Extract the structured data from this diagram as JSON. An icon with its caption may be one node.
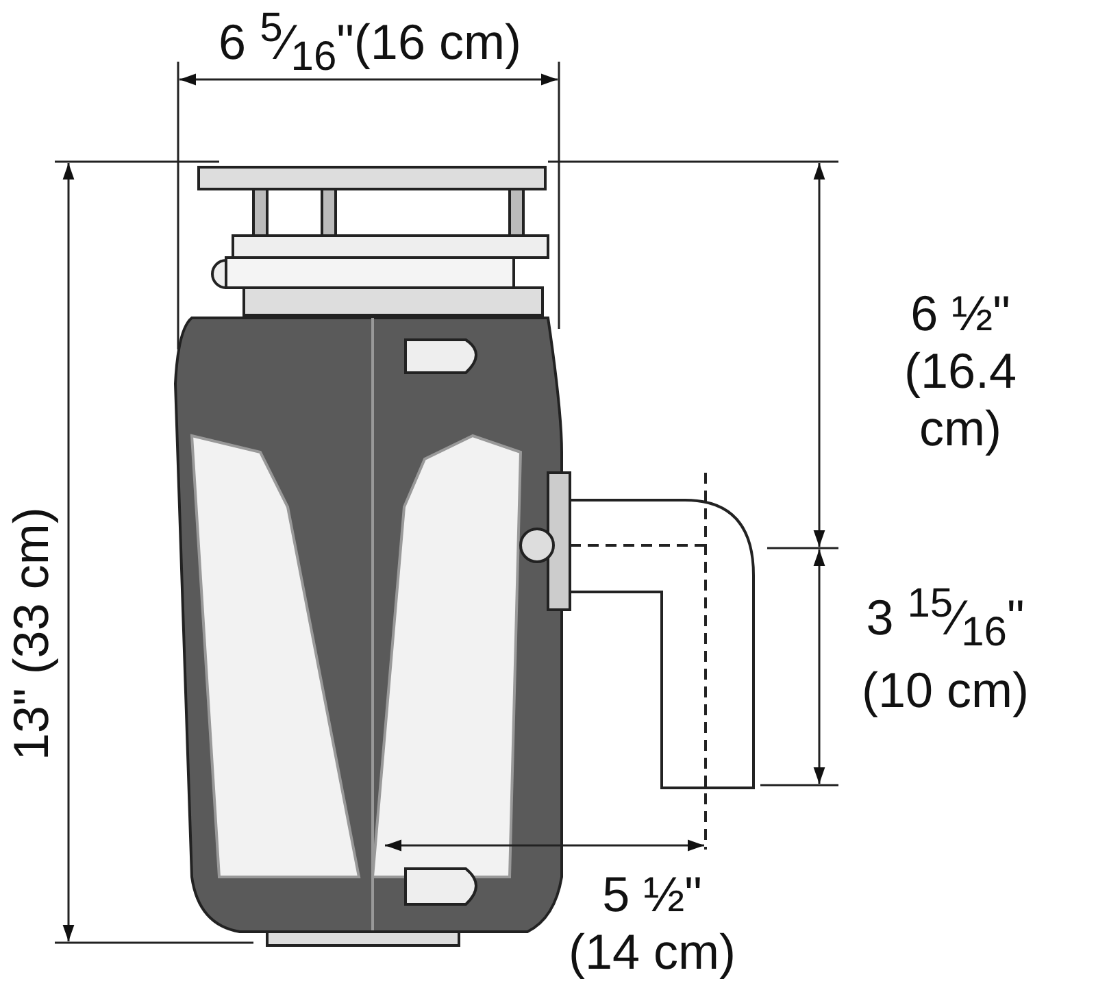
{
  "diagram": {
    "labels": [
      "6 $^{5}$⁄$_{16}$\"(16 cm)",
      "13\" (33 cm)",
      "6 ½\" (16.4 cm)",
      "3 $^{15}$⁄$_{16}$\" (10 cm)",
      "5 ½\" (14 cm)"
    ]
  }
}
